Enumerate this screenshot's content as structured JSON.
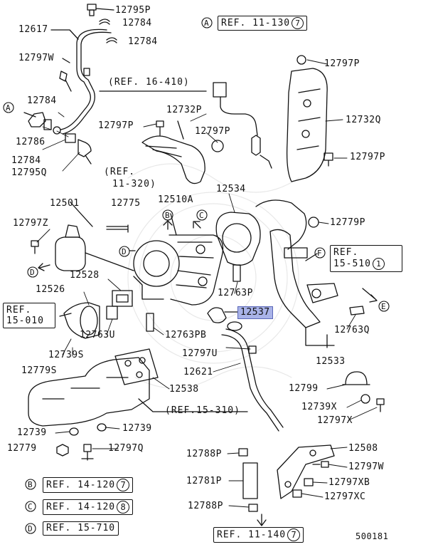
{
  "part_labels": [
    {
      "id": "p12795p",
      "text": "12795P"
    },
    {
      "id": "p12784a",
      "text": "12784"
    },
    {
      "id": "p12784b",
      "text": "12784"
    },
    {
      "id": "p12617",
      "text": "12617"
    },
    {
      "id": "p12797w_top",
      "text": "12797W"
    },
    {
      "id": "p12784c",
      "text": "12784"
    },
    {
      "id": "p12786",
      "text": "12786"
    },
    {
      "id": "p12784d",
      "text": "12784"
    },
    {
      "id": "p12795q",
      "text": "12795Q"
    },
    {
      "id": "p12797p_a",
      "text": "12797P"
    },
    {
      "id": "p12732p",
      "text": "12732P"
    },
    {
      "id": "p12797p_b",
      "text": "12797P"
    },
    {
      "id": "p12797p_c",
      "text": "12797P"
    },
    {
      "id": "p12732q",
      "text": "12732Q"
    },
    {
      "id": "p12797p_d",
      "text": "12797P"
    },
    {
      "id": "p12501",
      "text": "12501"
    },
    {
      "id": "p12775",
      "text": "12775"
    },
    {
      "id": "p12510a",
      "text": "12510A"
    },
    {
      "id": "p12534",
      "text": "12534"
    },
    {
      "id": "p12779p",
      "text": "12779P"
    },
    {
      "id": "p12797z",
      "text": "12797Z"
    },
    {
      "id": "p12528",
      "text": "12528"
    },
    {
      "id": "p12526",
      "text": "12526"
    },
    {
      "id": "p12763p",
      "text": "12763P"
    },
    {
      "id": "p12537",
      "text": "12537"
    },
    {
      "id": "p12763q",
      "text": "12763Q"
    },
    {
      "id": "p12763u",
      "text": "12763U"
    },
    {
      "id": "p12763pb",
      "text": "12763PB"
    },
    {
      "id": "p12739s",
      "text": "12739S"
    },
    {
      "id": "p12779s",
      "text": "12779S"
    },
    {
      "id": "p12797u",
      "text": "12797U"
    },
    {
      "id": "p12533",
      "text": "12533"
    },
    {
      "id": "p12621",
      "text": "12621"
    },
    {
      "id": "p12538",
      "text": "12538"
    },
    {
      "id": "p12799",
      "text": "12799"
    },
    {
      "id": "p12739x",
      "text": "12739X"
    },
    {
      "id": "p12797x",
      "text": "12797X"
    },
    {
      "id": "p12739",
      "text": "12739"
    },
    {
      "id": "p12739b",
      "text": "12739"
    },
    {
      "id": "p12779",
      "text": "12779"
    },
    {
      "id": "p12797q",
      "text": "12797Q"
    },
    {
      "id": "p12788p_a",
      "text": "12788P"
    },
    {
      "id": "p12508",
      "text": "12508"
    },
    {
      "id": "p12797w_b",
      "text": "12797W"
    },
    {
      "id": "p12781p",
      "text": "12781P"
    },
    {
      "id": "p12797xb",
      "text": "12797XB"
    },
    {
      "id": "p12797xc",
      "text": "12797XC"
    },
    {
      "id": "p12788p_b",
      "text": "12788P"
    }
  ],
  "refs": {
    "ref_11_130": {
      "letter": "A",
      "text": "REF. 11-130",
      "num": "7"
    },
    "ref_16_410": {
      "text": "(REF. 16-410)"
    },
    "ref_11_320": {
      "line1": "(REF.",
      "line2": "11-320)"
    },
    "ref_15_510": {
      "letter": "F",
      "line1": "REF.",
      "line2": "15-510",
      "num": "1"
    },
    "ref_15_010": {
      "line1": "REF.",
      "line2": "15-010"
    },
    "ref_15_310": {
      "text": "(REF.15-310)"
    },
    "ref_14_120a": {
      "letter": "B",
      "text": "REF. 14-120",
      "num": "7"
    },
    "ref_14_120b": {
      "letter": "C",
      "text": "REF. 14-120",
      "num": "8"
    },
    "ref_15_710": {
      "letter": "D",
      "text": "REF. 15-710"
    },
    "ref_11_140": {
      "text": "REF. 11-140",
      "num": "7"
    }
  },
  "callout_letters": {
    "a_left": "A",
    "b_center": "B",
    "c_center": "C",
    "d_center": "D",
    "d_left": "D",
    "e_right": "E"
  },
  "highlighted_part": "12537",
  "diagram_number": "500181"
}
